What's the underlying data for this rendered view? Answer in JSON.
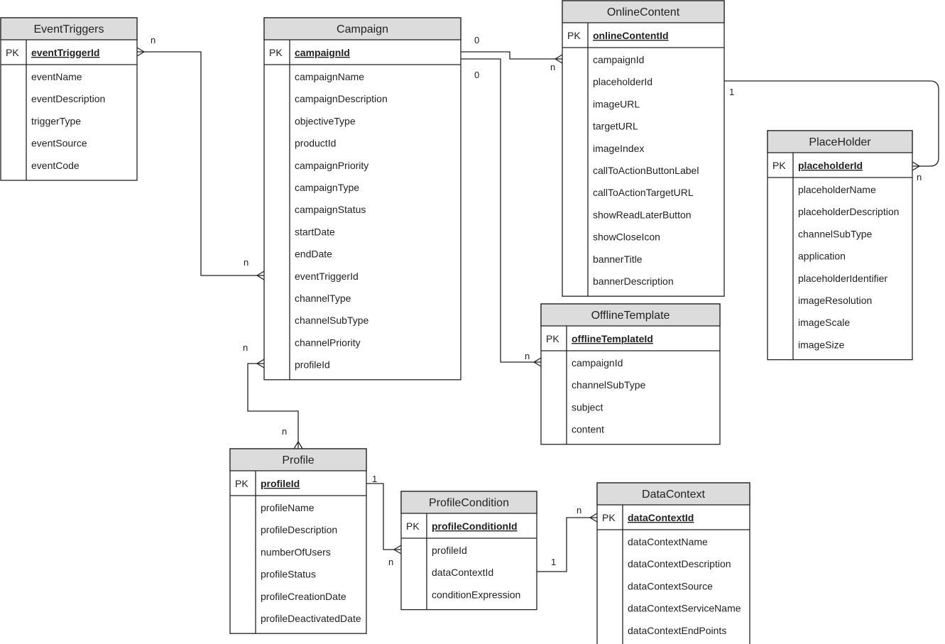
{
  "diagram": {
    "entities": [
      {
        "id": "EventTriggers",
        "name": "EventTriggers",
        "pk_label": "PK",
        "pk": "eventTriggerId",
        "fields": [
          "eventName",
          "eventDescription",
          "triggerType",
          "eventSource",
          "eventCode"
        ]
      },
      {
        "id": "Campaign",
        "name": "Campaign",
        "pk_label": "PK",
        "pk": "campaignId",
        "fields": [
          "campaignName",
          "campaignDescription",
          "objectiveType",
          "productId",
          "campaignPriority",
          "campaignType",
          "campaignStatus",
          "startDate",
          "endDate",
          "eventTriggerId",
          "channelType",
          "channelSubType",
          "channelPriority",
          "profileId"
        ]
      },
      {
        "id": "OnlineContent",
        "name": "OnlineContent",
        "pk_label": "PK",
        "pk": "onlineContentId",
        "fields": [
          "campaignId",
          "placeholderId",
          "imageURL",
          "targetURL",
          "imageIndex",
          "callToActionButtonLabel",
          "callToActionTargetURL",
          "showReadLaterButton",
          "showCloseIcon",
          "bannerTitle",
          "bannerDescription"
        ]
      },
      {
        "id": "PlaceHolder",
        "name": "PlaceHolder",
        "pk_label": "PK",
        "pk": "placeholderId",
        "fields": [
          "placeholderName",
          "placeholderDescription",
          "channelSubType",
          "application",
          "placeholderIdentifier",
          "imageResolution",
          "imageScale",
          "imageSize"
        ]
      },
      {
        "id": "OfflineTemplate",
        "name": "OfflineTemplate",
        "pk_label": "PK",
        "pk": "offlineTemplateId",
        "fields": [
          "campaignId",
          "channelSubType",
          "subject",
          "content"
        ]
      },
      {
        "id": "Profile",
        "name": "Profile",
        "pk_label": "PK",
        "pk": "profileId",
        "fields": [
          "profileName",
          "profileDescription",
          "numberOfUsers",
          "profileStatus",
          "profileCreationDate",
          "profileDeactivatedDate"
        ]
      },
      {
        "id": "ProfileCondition",
        "name": "ProfileCondition",
        "pk_label": "PK",
        "pk": "profileConditionId",
        "fields": [
          "profileId",
          "dataContextId",
          "conditionExpression"
        ]
      },
      {
        "id": "DataContext",
        "name": "DataContext",
        "pk_label": "PK",
        "pk": "dataContextId",
        "fields": [
          "dataContextName",
          "dataContextDescription",
          "dataContextSource",
          "dataContextServiceName",
          "dataContextEndPoints"
        ]
      }
    ],
    "relationships": [
      {
        "id": "eventtriggers-campaign",
        "from_card": "n",
        "to_card": "n"
      },
      {
        "id": "campaign-onlinecontent",
        "from_card": "0",
        "to_card": "n"
      },
      {
        "id": "campaign-offlinetemplate",
        "from_card": "0",
        "to_card": "n"
      },
      {
        "id": "onlinecontent-placeholder",
        "from_card": "1",
        "to_card": "n"
      },
      {
        "id": "campaign-profile",
        "from_card": "n",
        "to_card": "n"
      },
      {
        "id": "profile-profilecondition",
        "from_card": "1",
        "to_card": "n"
      },
      {
        "id": "profilecondition-datacontext",
        "from_card": "1",
        "to_card": "n"
      }
    ]
  }
}
